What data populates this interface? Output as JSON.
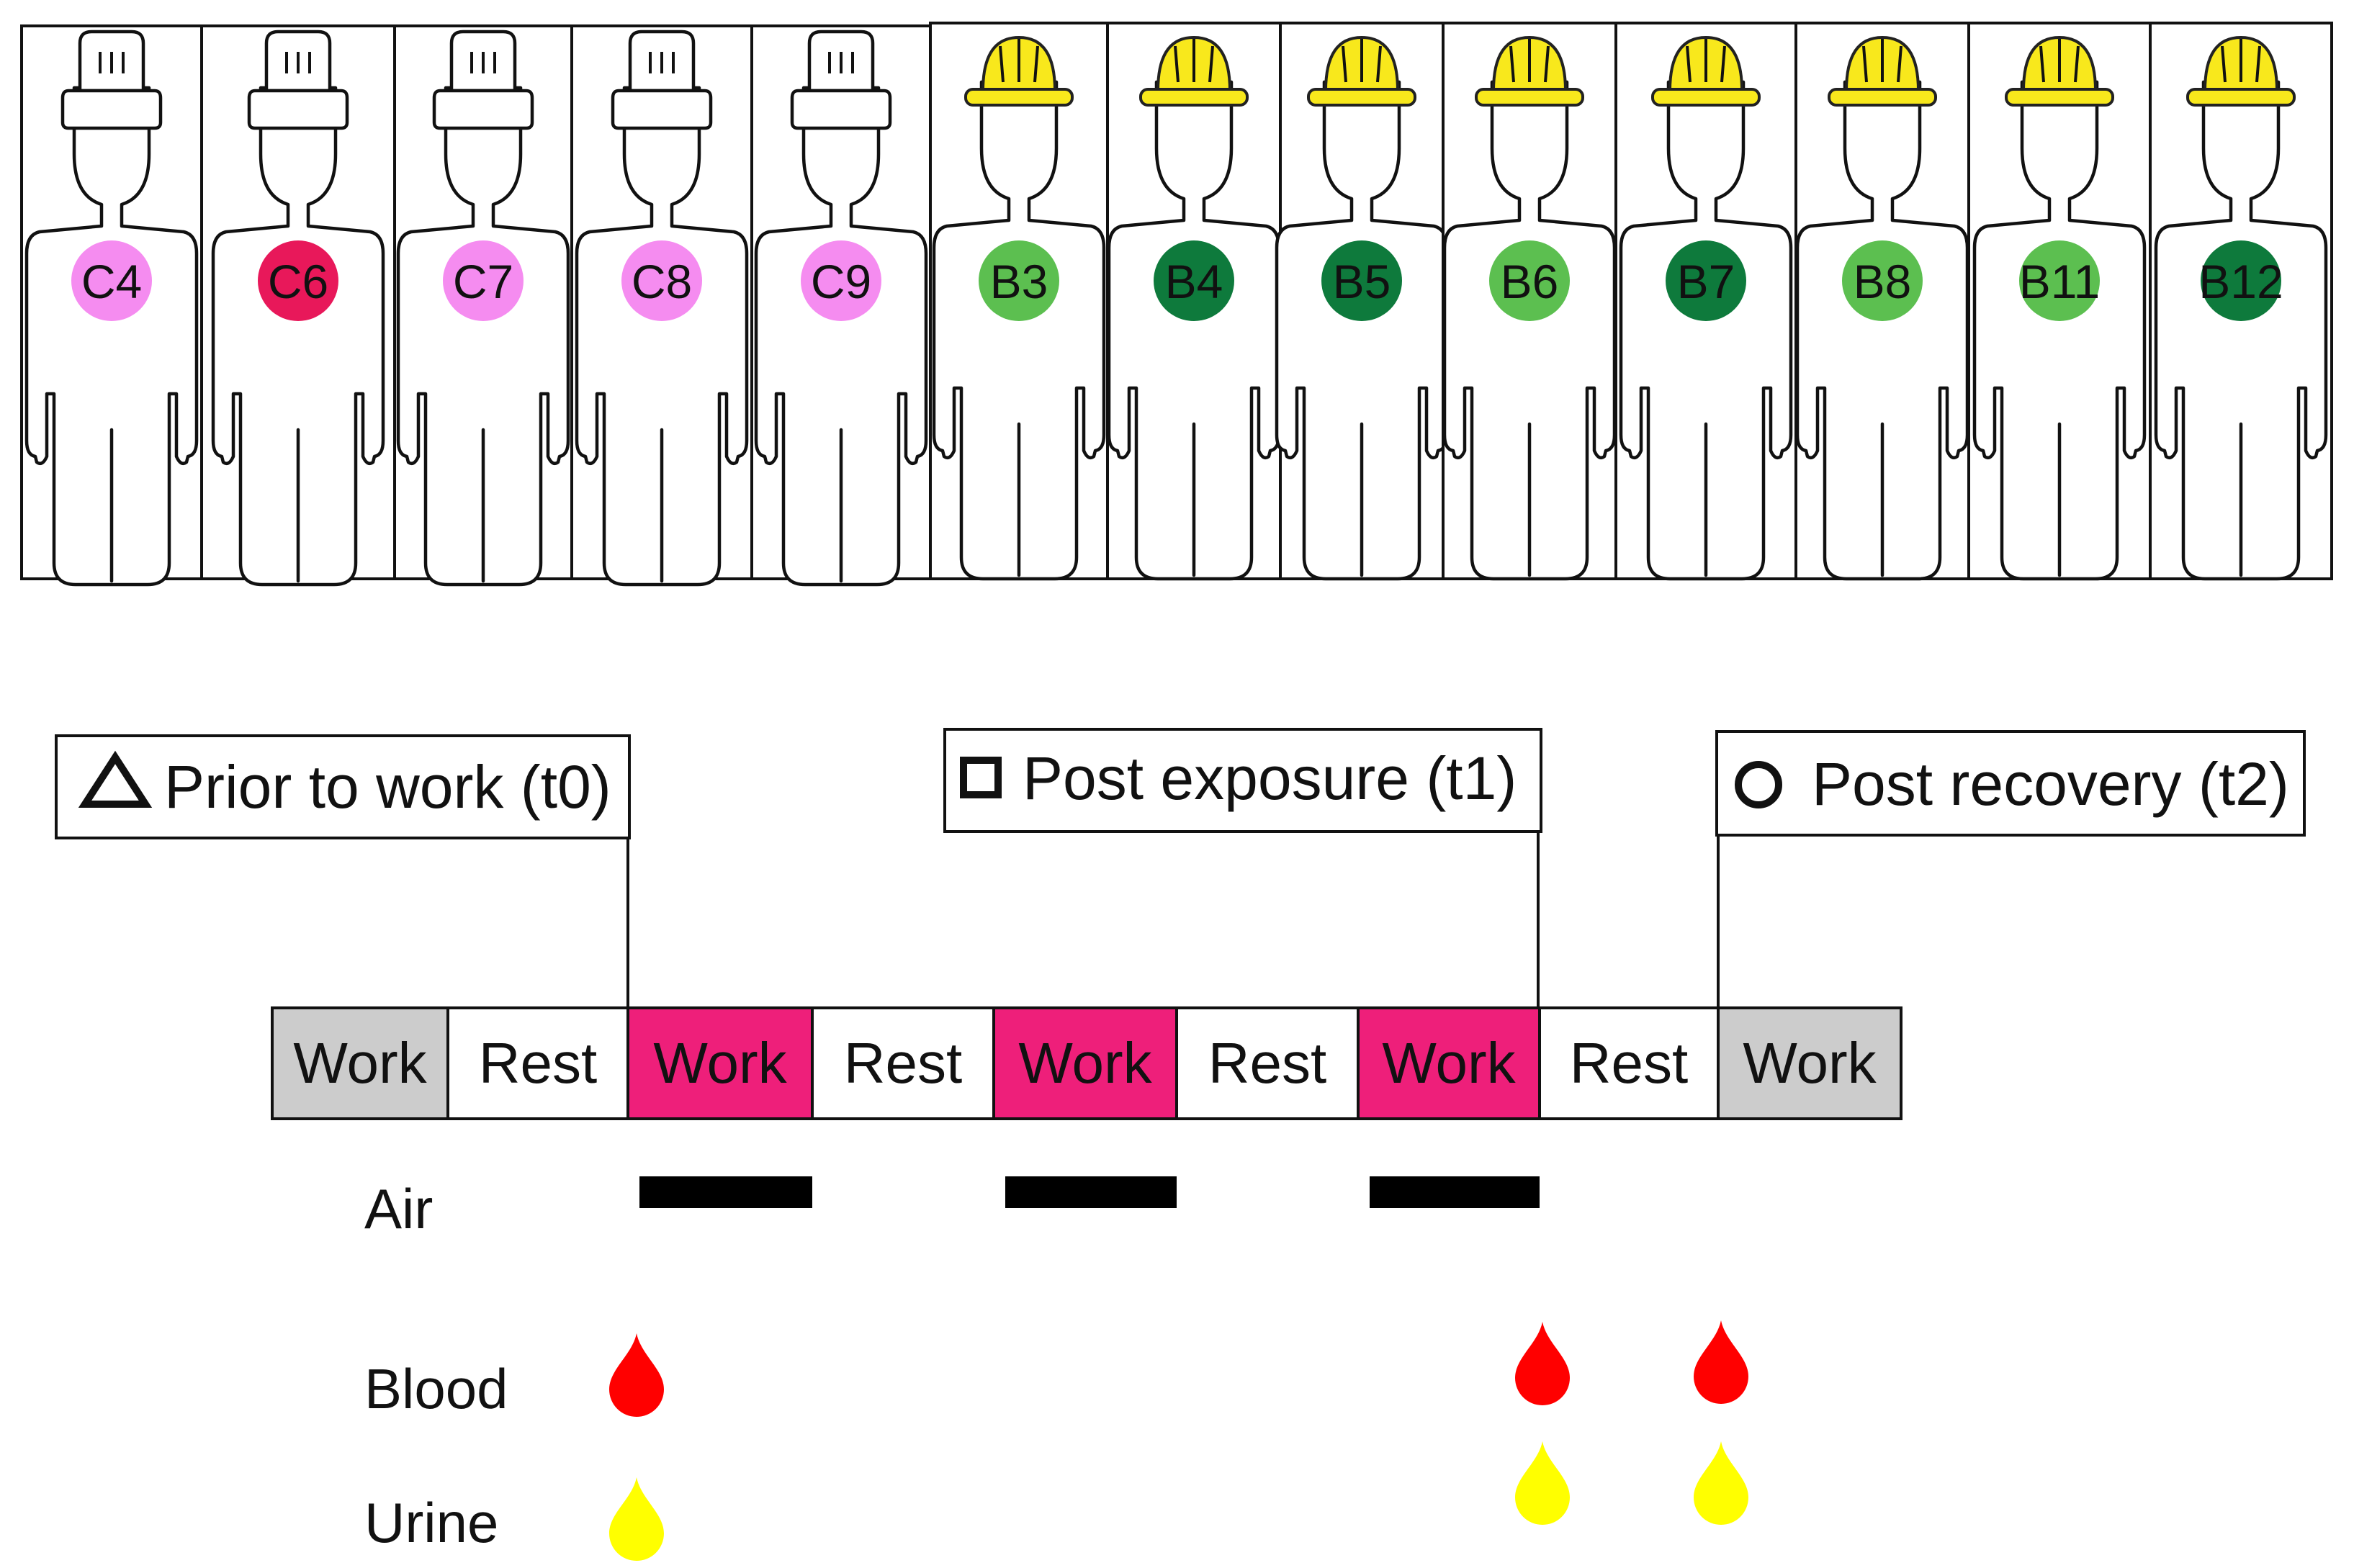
{
  "colors": {
    "cook_badge_light": "#f58cf0",
    "cook_badge_dark": "#e8185a",
    "builder_badge_light": "#5cbf50",
    "builder_badge_dark": "#0e7a3c",
    "helmet": "#f8e81c",
    "work_exposed": "#ee1f7a",
    "work_other": "#cccccc",
    "rest": "#ffffff",
    "blood": "#ff0000",
    "urine": "#ffff00"
  },
  "workers": [
    {
      "id": "C4",
      "hat": "chef-hat-icon",
      "badge_color": "#f58cf0"
    },
    {
      "id": "C6",
      "hat": "chef-hat-icon",
      "badge_color": "#e8185a"
    },
    {
      "id": "C7",
      "hat": "chef-hat-icon",
      "badge_color": "#f58cf0"
    },
    {
      "id": "C8",
      "hat": "chef-hat-icon",
      "badge_color": "#f58cf0"
    },
    {
      "id": "C9",
      "hat": "chef-hat-icon",
      "badge_color": "#f58cf0"
    },
    {
      "id": "B3",
      "hat": "hard-hat-icon",
      "badge_color": "#5cbf50"
    },
    {
      "id": "B4",
      "hat": "hard-hat-icon",
      "badge_color": "#0e7a3c"
    },
    {
      "id": "B5",
      "hat": "hard-hat-icon",
      "badge_color": "#0e7a3c"
    },
    {
      "id": "B6",
      "hat": "hard-hat-icon",
      "badge_color": "#5cbf50"
    },
    {
      "id": "B7",
      "hat": "hard-hat-icon",
      "badge_color": "#0e7a3c"
    },
    {
      "id": "B8",
      "hat": "hard-hat-icon",
      "badge_color": "#5cbf50"
    },
    {
      "id": "B11",
      "hat": "hard-hat-icon",
      "badge_color": "#5cbf50"
    },
    {
      "id": "B12",
      "hat": "hard-hat-icon",
      "badge_color": "#0e7a3c"
    }
  ],
  "legend": {
    "t0": {
      "label": "Prior to work (t0)",
      "icon": "triangle-icon"
    },
    "t1": {
      "label": "Post exposure (t1)",
      "icon": "square-icon"
    },
    "t2": {
      "label": "Post recovery (t2)",
      "icon": "circle-icon"
    }
  },
  "timeline": [
    {
      "label": "Work",
      "kind": "work_other"
    },
    {
      "label": "Rest",
      "kind": "rest"
    },
    {
      "label": "Work",
      "kind": "work_exposed"
    },
    {
      "label": "Rest",
      "kind": "rest"
    },
    {
      "label": "Work",
      "kind": "work_exposed"
    },
    {
      "label": "Rest",
      "kind": "rest"
    },
    {
      "label": "Work",
      "kind": "work_exposed"
    },
    {
      "label": "Rest",
      "kind": "rest"
    },
    {
      "label": "Work",
      "kind": "work_other"
    }
  ],
  "samples": {
    "air_label": "Air",
    "blood_label": "Blood",
    "urine_label": "Urine",
    "air_segments": [
      2,
      4,
      6
    ],
    "blood_times": [
      "t0",
      "t1",
      "t2"
    ],
    "urine_times": [
      "t0",
      "t1",
      "t2"
    ]
  }
}
